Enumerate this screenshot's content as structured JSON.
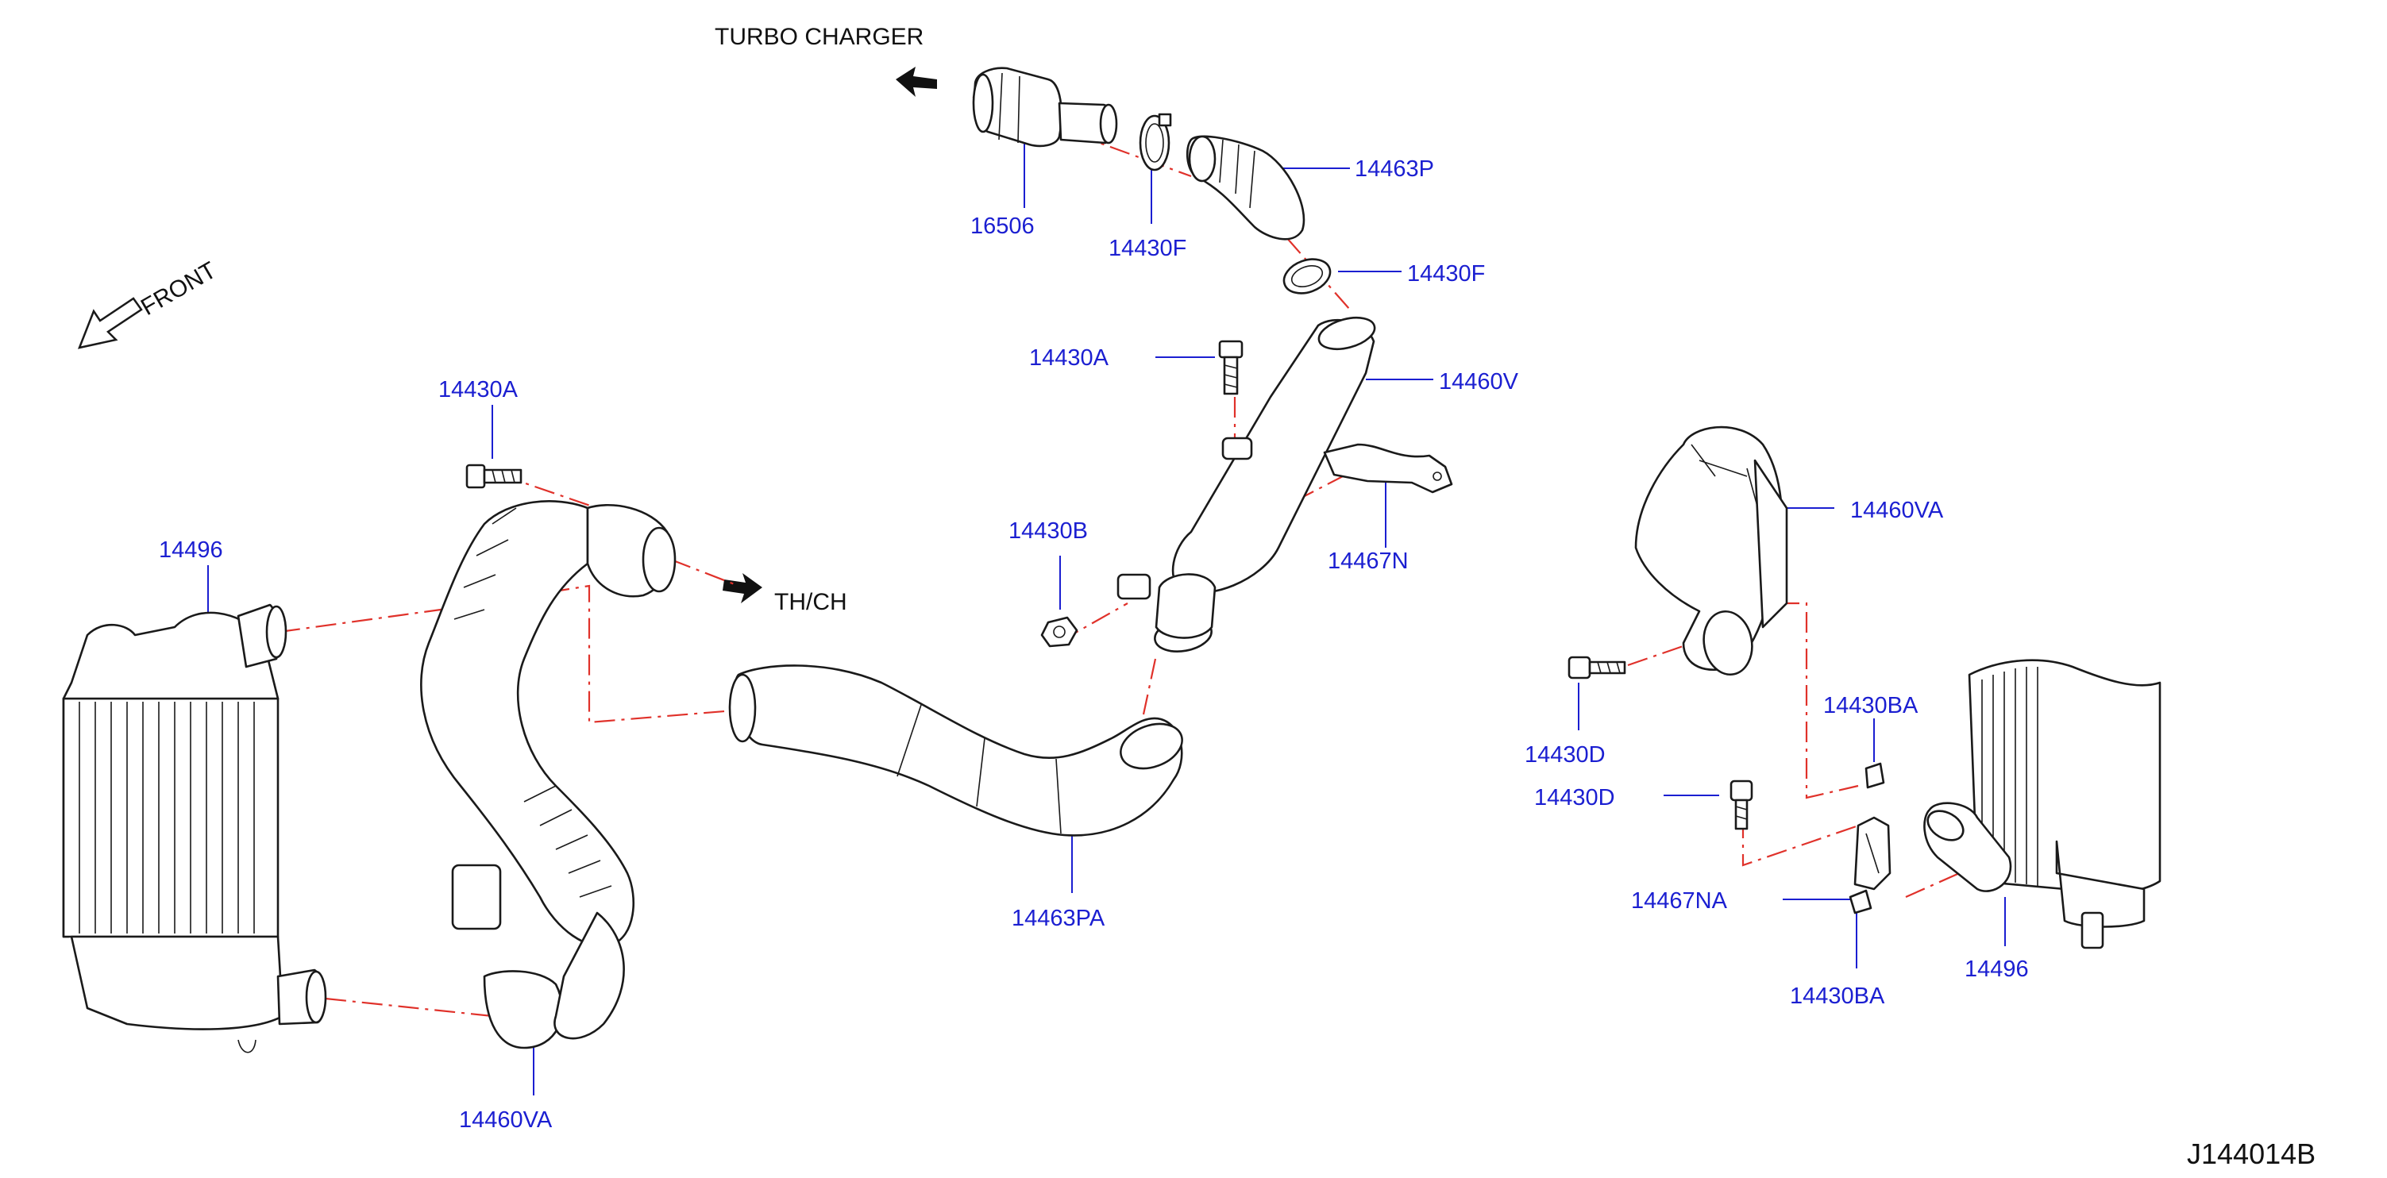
{
  "header": {
    "turbo_text": "TURBO   CHARGER",
    "front_text": "FRONT",
    "thch_text": "TH/CH"
  },
  "diagram_code": "J144014B",
  "callouts": {
    "p16506": "16506",
    "p14430F_top": "14430F",
    "p14463P": "14463P",
    "p14430F_mid": "14430F",
    "p14430A_mid": "14430A",
    "p14460V": "14460V",
    "p14430A_left": "14430A",
    "p14496_left": "14496",
    "p14430B": "14430B",
    "p14467N": "14467N",
    "p14463PA": "14463PA",
    "p14460VA_left": "14460VA",
    "p14460VA_right": "14460VA",
    "p14430D_upper": "14430D",
    "p14430BA_upper": "14430BA",
    "p14430D_lower": "14430D",
    "p14467NA": "14467NA",
    "p14496_right": "14496",
    "p14430BA_lower": "14430BA"
  },
  "colors": {
    "callout": "#1b1fd1",
    "centerline": "#e0312a",
    "outline": "#1a1a1a"
  }
}
